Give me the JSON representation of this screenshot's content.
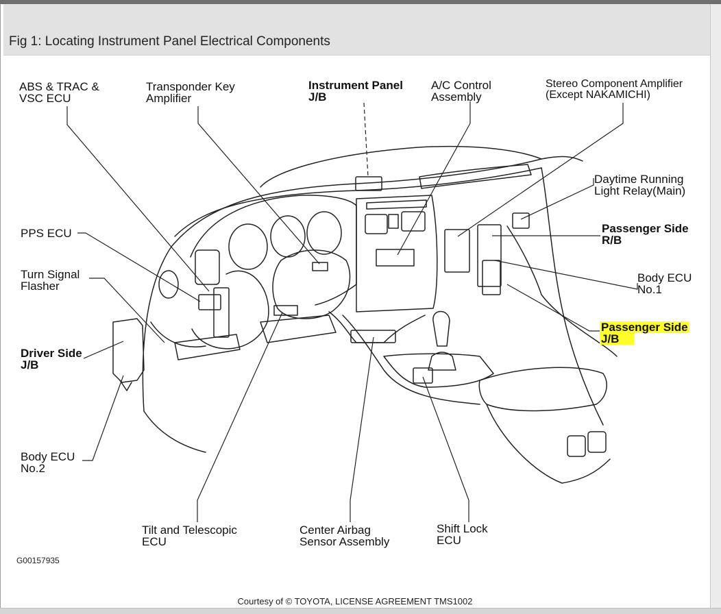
{
  "figure": {
    "title": "Fig 1: Locating Instrument Panel Electrical Components",
    "reference": "G00157935",
    "courtesy": "Courtesy of © TOYOTA, LICENSE AGREEMENT TMS1002"
  },
  "labels": {
    "abs_trac_vsc": [
      "ABS & TRAC &",
      "VSC ECU"
    ],
    "transponder": [
      "Transponder Key",
      "Amplifier"
    ],
    "instrument_panel_jb": [
      "Instrument Panel",
      "J/B"
    ],
    "ac_control": [
      "A/C Control",
      "Assembly"
    ],
    "stereo_amp": [
      "Stereo Component Amplifier",
      "(Except NAKAMICHI)"
    ],
    "daytime_running": [
      "Daytime Running",
      "Light Relay(Main)"
    ],
    "pps_ecu": [
      "PPS ECU"
    ],
    "passenger_rb": [
      "Passenger Side",
      "R/B"
    ],
    "turn_signal": [
      "Turn Signal",
      "Flasher"
    ],
    "body_ecu_1": [
      "Body ECU",
      "No.1"
    ],
    "passenger_jb": [
      "Passenger Side",
      "J/B"
    ],
    "driver_jb": [
      "Driver Side",
      "J/B"
    ],
    "body_ecu_2": [
      "Body ECU",
      "No.2"
    ],
    "tilt_telescopic": [
      "Tilt and Telescopic",
      "ECU"
    ],
    "center_airbag": [
      "Center Airbag",
      "Sensor Assembly"
    ],
    "shift_lock": [
      "Shift Lock",
      "ECU"
    ]
  },
  "highlight_color": "#ffff2a"
}
